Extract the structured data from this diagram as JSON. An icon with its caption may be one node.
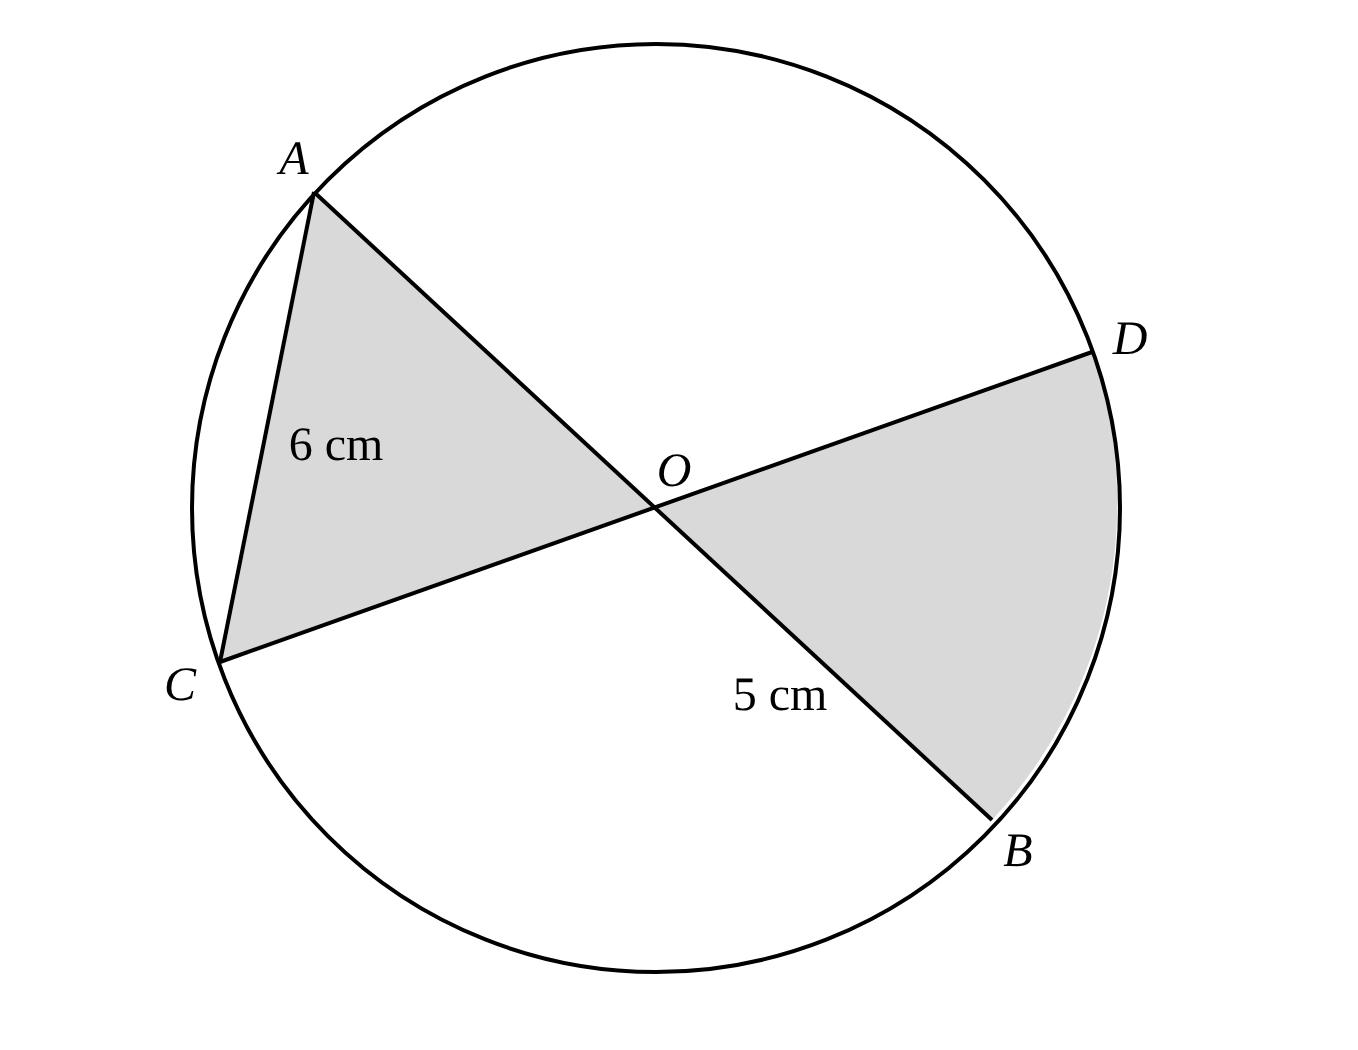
{
  "diagram": {
    "labels": [
      "A",
      "D",
      "O",
      "6 cm",
      "C",
      "5 cm",
      "B"
    ]
  }
}
